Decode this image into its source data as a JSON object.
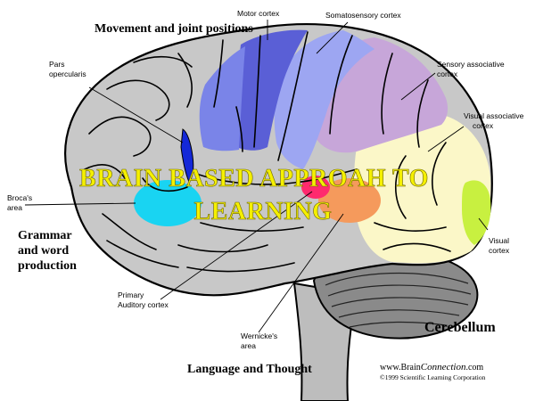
{
  "labels": {
    "motor_cortex": "Motor cortex",
    "somatosensory_cortex": "Somatosensory cortex",
    "pars_line1": "Pars",
    "pars_line2": "opercularis",
    "sensory_assoc_line1": "Sensory associative",
    "sensory_assoc_line2": "cortex",
    "visual_assoc_line1": "Visual associative",
    "visual_assoc_line2": "cortex",
    "broca_line1": "Broca's",
    "broca_line2": "area",
    "visual_line1": "Visual",
    "visual_line2": "cortex",
    "primary_aud_line1": "Primary",
    "primary_aud_line2": "Auditory cortex",
    "wernicke_line1": "Wernicke's",
    "wernicke_line2": "area"
  },
  "captions": {
    "movement": "Movement and joint positions",
    "grammar_line1": "Grammar",
    "grammar_line2": "and word",
    "grammar_line3": "production",
    "cerebellum": "Cerebellum",
    "language": "Language and Thought"
  },
  "overlay_title": {
    "line1": "BRAIN BASED  APPROAH TO",
    "line2": "LEARNING"
  },
  "credit": {
    "site_prefix": "www.Brain",
    "site_italic": "Connection",
    "site_suffix": ".com",
    "copyright": "©1999 Scientific Learning Corporation"
  },
  "colors": {
    "brain_gray": "#c8c8c8",
    "motor_cortex": "#5a5fd6",
    "premotor": "#7a84e8",
    "somatosensory": "#9da6f2",
    "sensory_associative": "#c7a6d9",
    "visual_associative": "#fbf7c8",
    "visual_cortex": "#c8f040",
    "broca": "#19d4f2",
    "wernicke": "#f59a5c",
    "auditory": "#ff2a6e",
    "overlay_text": "#f5f000"
  }
}
